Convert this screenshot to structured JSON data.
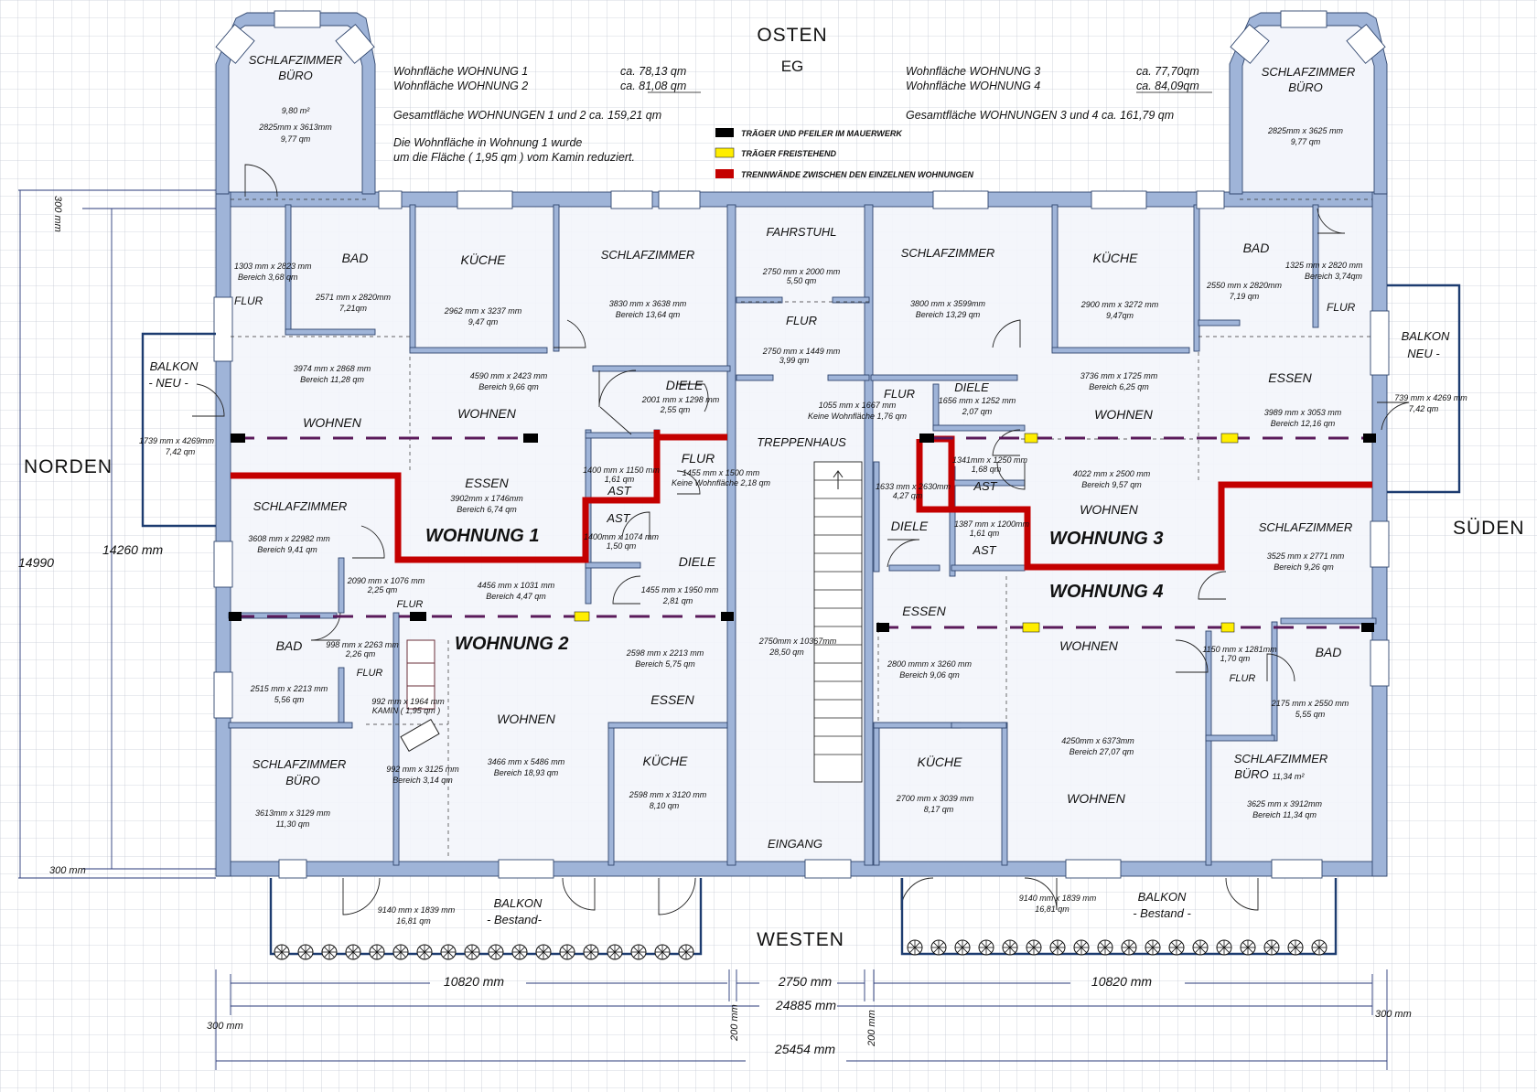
{
  "compass": {
    "north": "NORDEN",
    "east": "OSTEN",
    "south": "SÜDEN",
    "west": "WESTEN",
    "floor": "EG"
  },
  "area_summary": {
    "w1": {
      "label": "Wohnfläche   WOHNUNG   1",
      "value": "ca.   78,13 qm"
    },
    "w2": {
      "label": "Wohnfläche   WOHNUNG   2",
      "value": "ca.   81,08 qm"
    },
    "w12_total": "Gesamtfläche  WOHNUNGEN 1 und 2    ca.  159,21 qm",
    "w3": {
      "label": "Wohnfläche   WOHNUNG   3",
      "value": "ca.   77,70qm"
    },
    "w4": {
      "label": "Wohnfläche   WOHNUNG   4",
      "value": "ca.   84,09qm"
    },
    "w34_total": "Gesamtfläche  WOHNUNGEN  3 und 4     ca. 161,79 qm",
    "note_line1": "Die Wohnfläche in Wohnung  1  wurde",
    "note_line2": "um die Fläche ( 1,95 qm ) vom Kamin reduziert."
  },
  "legend": [
    {
      "color": "#000000",
      "text": "TRÄGER UND PFEILER IM MAUERWERK"
    },
    {
      "color": "#ffee00",
      "text": "TRÄGER FREISTEHEND"
    },
    {
      "color": "#c40000",
      "text": "TRENNWÄNDE ZWISCHEN DEN EINZELNEN WOHNUNGEN"
    }
  ],
  "apartments": [
    "WOHNUNG  1",
    "WOHNUNG 2",
    "WOHNUNG 3",
    "WOHNUNG 4"
  ],
  "rooms": [
    {
      "name": "SCHLAFZIMMER",
      "name2": "BÜRO",
      "l1": "9,80 m²",
      "l2": "2825mm x 3613mm",
      "l3": "9,77 qm"
    },
    {
      "name": "BAD",
      "l1": "2571 mm x 2820mm",
      "l2": "7,21qm"
    },
    {
      "name": "FLUR",
      "l1": "1303 mm x 2823 mm",
      "l2": "Bereich 3,68 qm"
    },
    {
      "name": "KÜCHE",
      "l1": "2962 mm x 3237 mm",
      "l2": "9,47 qm"
    },
    {
      "name": "SCHLAFZIMMER",
      "l1": "3830 mm x 3638 mm",
      "l2": "Bereich 13,64 qm"
    },
    {
      "name": "FAHRSTUHL",
      "l1": "2750 mm x 2000 mm",
      "l2": "5,50 qm"
    },
    {
      "name": "FLUR",
      "l1": "2750 mm x 1449 mm",
      "l2": "3,99 qm"
    },
    {
      "name": "SCHLAFZIMMER",
      "l1": "3800 mm x 3599mm",
      "l2": "Bereich 13,29 qm"
    },
    {
      "name": "KÜCHE",
      "l1": "2900  mm x 3272 mm",
      "l2": "9,47qm"
    },
    {
      "name": "BAD",
      "l1": "2550 mm x 2820mm",
      "l2": "7,19 qm"
    },
    {
      "name": "FLUR",
      "l1": "1325 mm x 2820 mm",
      "l2": "Bereich 3,74qm"
    },
    {
      "name": "SCHLAFZIMMER",
      "name2": "BÜRO",
      "l1": "2825mm x 3625 mm",
      "l2": "9,77 qm"
    },
    {
      "name": "WOHNEN",
      "l1": "3974 mm x 2868 mm",
      "l2": "Bereich 11,28 qm"
    },
    {
      "name": "WOHNEN",
      "l1": "4590 mm x 2423 mm",
      "l2": "Bereich 9,66 qm"
    },
    {
      "name": "DIELE",
      "l1": "2001 mm x 1298 mm",
      "l2": "2,55 qm"
    },
    {
      "name": "FLUR",
      "l1": "1055 mm x 1667 mm",
      "l2": "Keine Wohnfläche 1,76 qm"
    },
    {
      "name": "DIELE",
      "l1": "1656 mm x 1252 mm",
      "l2": "2,07 qm"
    },
    {
      "name": "WOHNEN",
      "l1": "3736 mm x 1725 mm",
      "l2": "Bereich 6,25 qm"
    },
    {
      "name": "ESSEN",
      "l1": "3989 mm x 3053 mm",
      "l2": "Bereich  12,16 qm"
    },
    {
      "name": "TREPPENHAUS"
    },
    {
      "name": "FLUR",
      "l1": "1455 mm x 1500 mm",
      "l2": "Keine Wohnfläche 2,18 qm"
    },
    {
      "name": "AST",
      "l1": "1400 mm x 1150 mm",
      "l2": "1,61 qm"
    },
    {
      "name": "AST",
      "l1": "1400mm x 1074 mm",
      "l2": "1,50 qm"
    },
    {
      "name": "ESSEN",
      "l1": "3902mm x 1746mm",
      "l2": "Bereich 6,74 qm"
    },
    {
      "name": "SCHLAFZIMMER",
      "l1": "3608 mm x 22982 mm",
      "l2": "Bereich  9,41 qm"
    },
    {
      "name": "FLUR",
      "l1": "2090 mm x 1076 mm",
      "l2": "2,25 qm"
    },
    {
      "name": "WOHNEN",
      "l1": "4456 mm x 1031 mm",
      "l2": "Bereich 4,47 qm"
    },
    {
      "name": "DIELE",
      "l1": "1455 mm x 1950 mm",
      "l2": "2,81 qm"
    },
    {
      "name": "AST",
      "l1": "1341mm x 1250 mm",
      "l2": "1,68 qm"
    },
    {
      "name": "AST",
      "l1": "1387 mm x 1200mm",
      "l2": "1,61 qm"
    },
    {
      "name": "DIELE",
      "l1": "1633 mm x 2630mm",
      "l2": "4,27 qm"
    },
    {
      "name": "WOHNEN",
      "l1": "4022 mm x 2500 mm",
      "l2": "Bereich 9,57 qm"
    },
    {
      "name": "SCHLAFZIMMER",
      "l1": "3525 mm x 2771 mm",
      "l2": "Bereich 9,26 qm"
    },
    {
      "name": "ESSEN",
      "l1": "2800  mmm x 3260 mm",
      "l2": "Bereich 9,06 qm"
    },
    {
      "name": "WOHNEN"
    },
    {
      "name": "BAD",
      "l1": "2175 mm x 2550 mm",
      "l2": "5,55 qm"
    },
    {
      "name": "FLUR",
      "l1": "1150 mm x 1281mm",
      "l2": "1,70 qm"
    },
    {
      "name": "BAD",
      "l1": "2515 mm x 2213 mm",
      "l2": "5,56 qm"
    },
    {
      "name": "FLUR",
      "l1": "998 mm x 2263 mm",
      "l2": "2,26 qm"
    },
    {
      "name": "FLUR",
      "l1": "992 mm x 1964 mm",
      "l2": "KAMIN ( 1,95 qm )"
    },
    {
      "name": "ESSEN",
      "l1": "2598 mm x 2213 mm",
      "l2": "Bereich 5,75 qm"
    },
    {
      "name": "WOHNEN",
      "l1": "3466 mm x 5486 mm",
      "l2": "Bereich 18,93 qm"
    },
    {
      "name": "",
      "l1": "2750mm x 10367mm",
      "l2": "28,50 qm"
    },
    {
      "name": "KÜCHE",
      "l1": "2598 mm x 3120 mm",
      "l2": "8,10 qm"
    },
    {
      "name": "SCHLAFZIMMER",
      "name2": "BÜRO",
      "l1": "3613mm x 3129 mm",
      "l2": "11,30 qm"
    },
    {
      "name": "",
      "l1": "992 mm x 3125 mm",
      "l2": "Bereich 3,14 qm"
    },
    {
      "name": "KÜCHE",
      "l1": "2700 mm x 3039 mm",
      "l2": "8,17 qm"
    },
    {
      "name": "WOHNEN",
      "l1": "4250mm x 6373mm",
      "l2": "Bereich 27,07 qm"
    },
    {
      "name": "SCHLAFZIMMER",
      "name2": "BÜRO",
      "l1": "11,34 m²",
      "l2": "3625 mm x 3912mm",
      "l3": "Bereich 11,34 qm"
    },
    {
      "name": "EINGANG"
    }
  ],
  "balconies": [
    {
      "name": "BALKON",
      "sub": "- NEU -",
      "l1": "1739 mm x 4269mm",
      "l2": "7,42 qm"
    },
    {
      "name": "BALKON",
      "sub": "NEU -",
      "l1": "739 mm x 4269 mm",
      "l2": "7,42 qm"
    },
    {
      "name": "BALKON",
      "sub": "- Bestand-",
      "l1": "9140 mm x 1839 mm",
      "l2": "16,81 qm"
    },
    {
      "name": "BALKON",
      "sub": "- Bestand -",
      "l1": "9140 mm x 1839 mm",
      "l2": "16,81 qm"
    }
  ],
  "dimensions": {
    "top_margin": "300 mm",
    "bottom_margin": "300 mm",
    "left_total": "14990",
    "left_inner": "14260 mm",
    "west_left": "10820 mm",
    "west_mid": "2750 mm",
    "west_right": "10820 mm",
    "inner_total": "24885 mm",
    "outer_total": "25454 mm",
    "left_300": "300 mm",
    "right_300": "300 mm",
    "gap_left": "200 mm",
    "gap_right": "200 mm"
  }
}
